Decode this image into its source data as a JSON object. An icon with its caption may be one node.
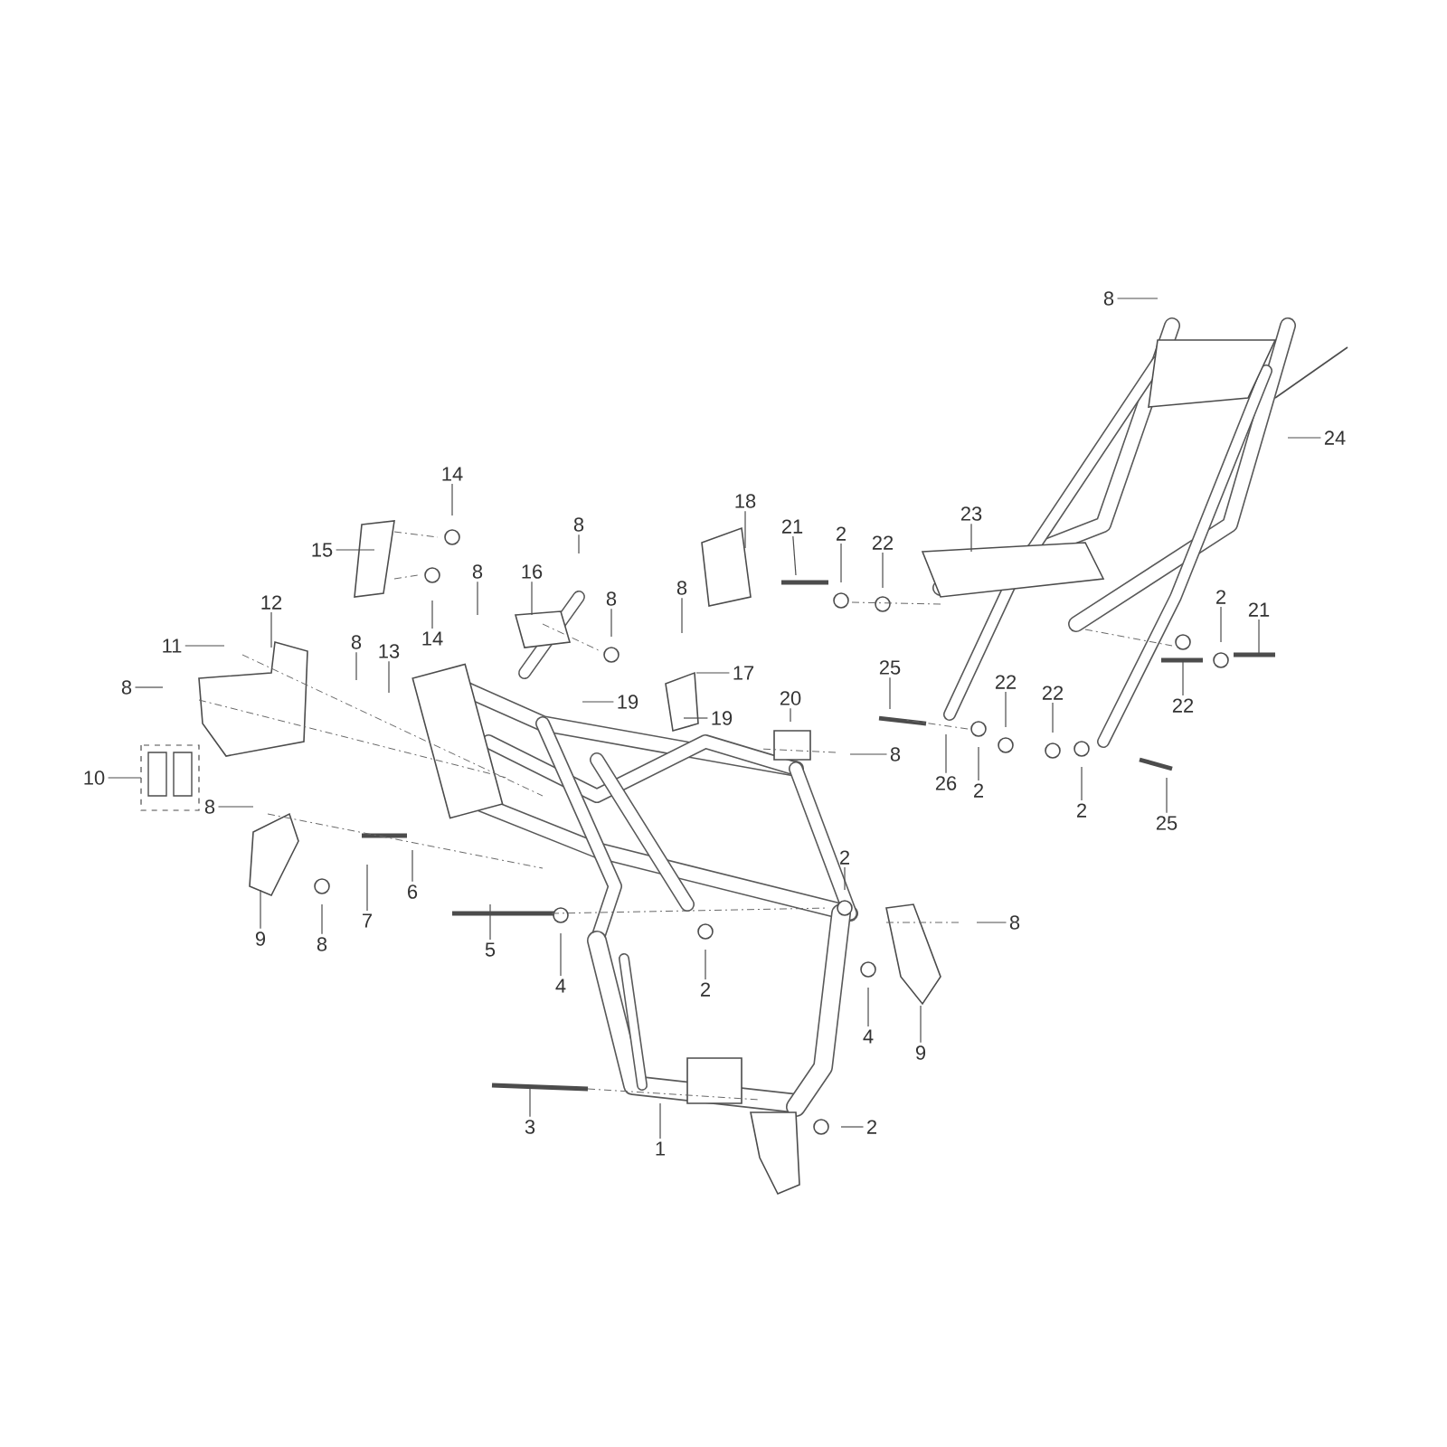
{
  "diagram": {
    "nodes": [
      {
        "text": [
          "8"
        ]
      },
      {
        "text": [
          "24"
        ]
      },
      {
        "text": [
          "14"
        ]
      },
      {
        "text": [
          "8"
        ]
      },
      {
        "text": [
          "15"
        ]
      },
      {
        "text": [
          "18"
        ]
      },
      {
        "text": [
          "21"
        ]
      },
      {
        "text": [
          "2"
        ]
      },
      {
        "text": [
          "22"
        ]
      },
      {
        "text": [
          "23"
        ]
      },
      {
        "text": [
          "16"
        ]
      },
      {
        "text": [
          "8"
        ]
      },
      {
        "text": [
          "8"
        ]
      },
      {
        "text": [
          "14"
        ]
      },
      {
        "text": [
          "12"
        ]
      },
      {
        "text": [
          "8"
        ]
      },
      {
        "text": [
          "2"
        ]
      },
      {
        "text": [
          "21"
        ]
      },
      {
        "text": [
          "11"
        ]
      },
      {
        "text": [
          "8"
        ]
      },
      {
        "text": [
          "13"
        ]
      },
      {
        "text": [
          "17"
        ]
      },
      {
        "text": [
          "25"
        ]
      },
      {
        "text": [
          "22"
        ]
      },
      {
        "text": [
          "22"
        ]
      },
      {
        "text": [
          "19"
        ]
      },
      {
        "text": [
          "8"
        ]
      },
      {
        "text": [
          "19"
        ]
      },
      {
        "text": [
          "20"
        ]
      },
      {
        "text": [
          "22"
        ]
      },
      {
        "text": [
          "8"
        ]
      },
      {
        "text": [
          "26"
        ]
      },
      {
        "text": [
          "2"
        ]
      },
      {
        "text": [
          "10"
        ]
      },
      {
        "text": [
          "8"
        ]
      },
      {
        "text": [
          "2"
        ]
      },
      {
        "text": [
          "25"
        ]
      },
      {
        "text": [
          "2"
        ]
      },
      {
        "text": [
          "6"
        ]
      },
      {
        "text": [
          "7"
        ]
      },
      {
        "text": [
          "9"
        ]
      },
      {
        "text": [
          "8"
        ]
      },
      {
        "text": [
          "5"
        ]
      },
      {
        "text": [
          "8"
        ]
      },
      {
        "text": [
          "2"
        ]
      },
      {
        "text": [
          "4"
        ]
      },
      {
        "text": [
          "4"
        ]
      },
      {
        "text": [
          "9"
        ]
      },
      {
        "text": [
          "3"
        ]
      },
      {
        "text": [
          "2"
        ]
      },
      {
        "text": [
          "1"
        ]
      }
    ],
    "edges": [
      {
        "from": 0,
        "to": null,
        "arrow": "none"
      },
      {
        "from": 1,
        "to": null,
        "arrow": "none"
      },
      {
        "from": 2,
        "to": null,
        "arrow": "none"
      },
      {
        "from": 3,
        "to": null,
        "arrow": "none"
      },
      {
        "from": 4,
        "to": null,
        "arrow": "none"
      },
      {
        "from": 5,
        "to": null,
        "arrow": "none"
      },
      {
        "from": 6,
        "to": null,
        "arrow": "none"
      },
      {
        "from": 7,
        "to": null,
        "arrow": "none"
      },
      {
        "from": 8,
        "to": null,
        "arrow": "none"
      },
      {
        "from": 9,
        "to": null,
        "arrow": "none"
      },
      {
        "from": 10,
        "to": null,
        "arrow": "none"
      },
      {
        "from": 11,
        "to": null,
        "arrow": "none"
      },
      {
        "from": 12,
        "to": null,
        "arrow": "none"
      },
      {
        "from": 13,
        "to": null,
        "arrow": "none"
      },
      {
        "from": 14,
        "to": null,
        "arrow": "none"
      },
      {
        "from": 15,
        "to": null,
        "arrow": "none"
      },
      {
        "from": 16,
        "to": null,
        "arrow": "none"
      },
      {
        "from": 17,
        "to": null,
        "arrow": "none"
      },
      {
        "from": 18,
        "to": null,
        "arrow": "none"
      },
      {
        "from": 19,
        "to": null,
        "arrow": "none"
      },
      {
        "from": 20,
        "to": null,
        "arrow": "none"
      },
      {
        "from": 21,
        "to": null,
        "arrow": "none"
      },
      {
        "from": 22,
        "to": null,
        "arrow": "none"
      },
      {
        "from": 23,
        "to": null,
        "arrow": "none"
      },
      {
        "from": 24,
        "to": null,
        "arrow": "none"
      },
      {
        "from": 25,
        "to": null,
        "arrow": "none"
      },
      {
        "from": 26,
        "to": null,
        "arrow": "none"
      },
      {
        "from": 27,
        "to": null,
        "arrow": "none"
      },
      {
        "from": 28,
        "to": null,
        "arrow": "none"
      },
      {
        "from": 29,
        "to": null,
        "arrow": "none"
      },
      {
        "from": 30,
        "to": null,
        "arrow": "none"
      },
      {
        "from": 31,
        "to": null,
        "arrow": "none"
      },
      {
        "from": 32,
        "to": null,
        "arrow": "none"
      },
      {
        "from": 33,
        "to": null,
        "arrow": "none"
      },
      {
        "from": 34,
        "to": null,
        "arrow": "none"
      },
      {
        "from": 35,
        "to": null,
        "arrow": "none"
      },
      {
        "from": 36,
        "to": null,
        "arrow": "none"
      },
      {
        "from": 37,
        "to": null,
        "arrow": "none"
      },
      {
        "from": 38,
        "to": null,
        "arrow": "none"
      },
      {
        "from": 39,
        "to": null,
        "arrow": "none"
      },
      {
        "from": 40,
        "to": null,
        "arrow": "none"
      },
      {
        "from": 41,
        "to": null,
        "arrow": "none"
      },
      {
        "from": 42,
        "to": null,
        "arrow": "none"
      },
      {
        "from": 43,
        "to": null,
        "arrow": "none"
      },
      {
        "from": 44,
        "to": null,
        "arrow": "none"
      },
      {
        "from": 45,
        "to": null,
        "arrow": "none"
      },
      {
        "from": 46,
        "to": null,
        "arrow": "none"
      },
      {
        "from": 47,
        "to": null,
        "arrow": "none"
      },
      {
        "from": 48,
        "to": null,
        "arrow": "none"
      },
      {
        "from": 49,
        "to": null,
        "arrow": "none"
      },
      {
        "from": 50,
        "to": null,
        "arrow": "none"
      }
    ]
  }
}
